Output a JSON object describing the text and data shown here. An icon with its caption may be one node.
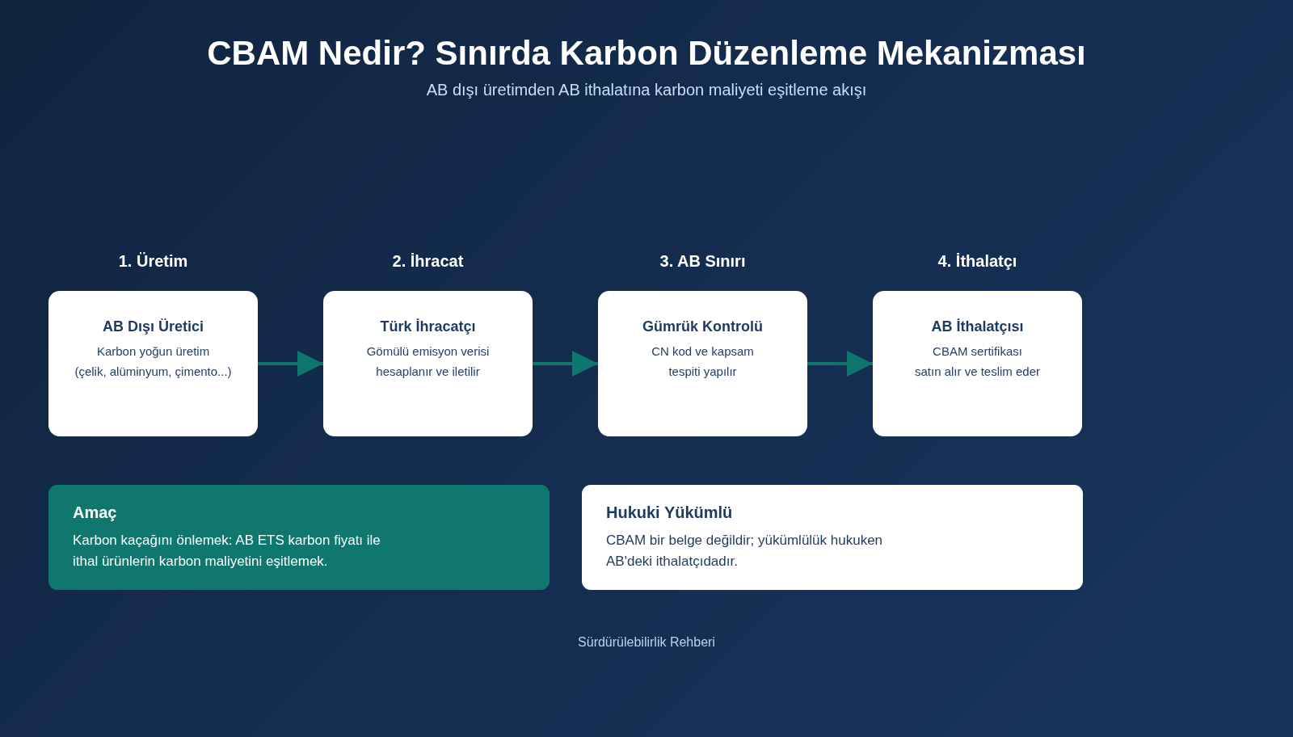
{
  "diagram": {
    "title": "CBAM Nedir? Sınırda Karbon Düzenleme Mekanizması",
    "nodes": [
      {
        "text": [
          "1. Üretim",
          "AB Dışı Üretici",
          "Karbon yoğun üretim (çelik, alüminyum, çimento...)"
        ]
      },
      {
        "text": [
          "2. İhracat",
          "Türk İhracatçı",
          "Gömülü emisyon verisi hesaplanır ve iletilir"
        ]
      },
      {
        "text": [
          "3. AB Sınırı",
          "Gümrük Kontrolü",
          "CN kod ve kapsam tespiti yapılır"
        ]
      },
      {
        "text": [
          "4. İthalatçı",
          "AB İthalatçısı",
          "CBAM sertifikası satın alır ve teslim eder"
        ]
      },
      {
        "text": [
          "Amaç",
          "Karbon kaçağını önlemek: AB ETS karbon fiyatı ile ithal ürünlerin karbon maliyetini eşitlemek."
        ]
      },
      {
        "text": [
          "Hukuki Yükümlü",
          "CBAM bir belge değildir; yükümlülük hukuken AB'deki ithalatçıdadır."
        ]
      }
    ],
    "edges": [
      {
        "from": 0,
        "to": 1,
        "arrow": "to"
      },
      {
        "from": 1,
        "to": 2,
        "arrow": "to"
      },
      {
        "from": 2,
        "to": 3,
        "arrow": "to"
      }
    ],
    "labels": [
      "AB dışı üretimden AB ithalatına karbon maliyeti eşitleme akışı",
      "Sürdürülebilirlik Rehberi"
    ]
  }
}
